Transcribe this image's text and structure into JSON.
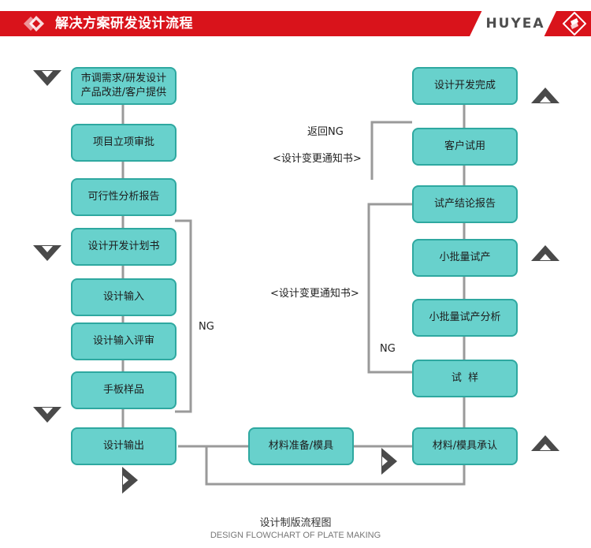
{
  "header": {
    "title": "解决方案研发设计流程",
    "logo": "HUYEA",
    "accent_color": "#d9131b",
    "header_icon": "red-diamonds-icon",
    "logo_icon": "huyea-badge-icon"
  },
  "flow": {
    "left_column": [
      "市调需求/研发设计\n产品改进/客户提供",
      "项目立项审批",
      "可行性分析报告",
      "设计开发计划书",
      "设计输入",
      "设计输入评审",
      "手板样品",
      "设计输出"
    ],
    "middle": "材料准备/模具",
    "right_column": [
      "设计开发完成",
      "客户试用",
      "试产结论报告",
      "小批量试产",
      "小批量试产分析",
      "试  样",
      "材料/模具承认"
    ],
    "labels": {
      "ng_left": "NG",
      "return_ng": "返回NG",
      "change_notice_top": "<设计变更通知书>",
      "change_notice_mid": "<设计变更通知书>",
      "ng_right": "NG"
    },
    "node_color": "#68d1cc",
    "node_border_color": "#2ea8a0",
    "line_color": "#9a9a9a",
    "arrow_color": "#4a4a4a"
  },
  "caption": {
    "cn": "设计制版流程图",
    "en": "DESIGN FLOWCHART OF PLATE MAKING"
  }
}
